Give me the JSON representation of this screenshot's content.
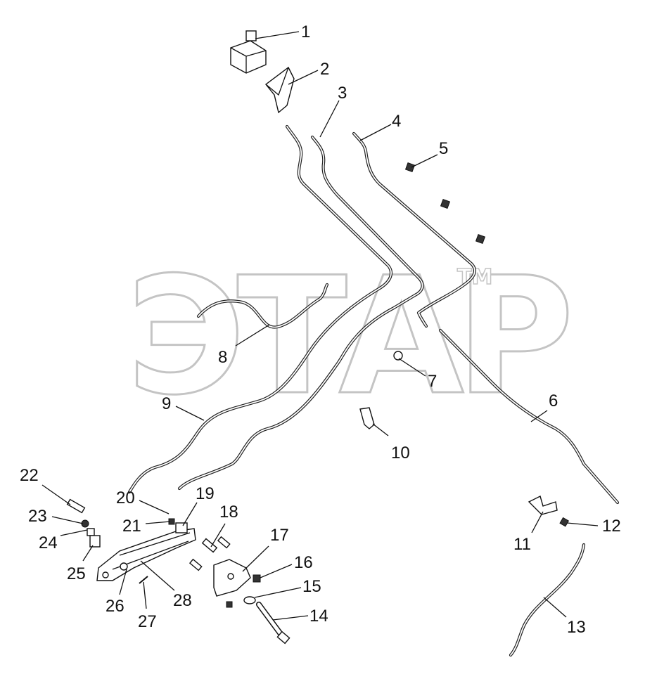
{
  "watermark": {
    "text": "ЭТАР",
    "trademark": "TM"
  },
  "callouts": [
    {
      "label": "1"
    },
    {
      "label": "2"
    },
    {
      "label": "3"
    },
    {
      "label": "4"
    },
    {
      "label": "5"
    },
    {
      "label": "6"
    },
    {
      "label": "7"
    },
    {
      "label": "8"
    },
    {
      "label": "9"
    },
    {
      "label": "10"
    },
    {
      "label": "11"
    },
    {
      "label": "12"
    },
    {
      "label": "13"
    },
    {
      "label": "14"
    },
    {
      "label": "15"
    },
    {
      "label": "16"
    },
    {
      "label": "17"
    },
    {
      "label": "18"
    },
    {
      "label": "19"
    },
    {
      "label": "20"
    },
    {
      "label": "21"
    },
    {
      "label": "22"
    },
    {
      "label": "23"
    },
    {
      "label": "24"
    },
    {
      "label": "25"
    },
    {
      "label": "26"
    },
    {
      "label": "27"
    },
    {
      "label": "28"
    }
  ]
}
